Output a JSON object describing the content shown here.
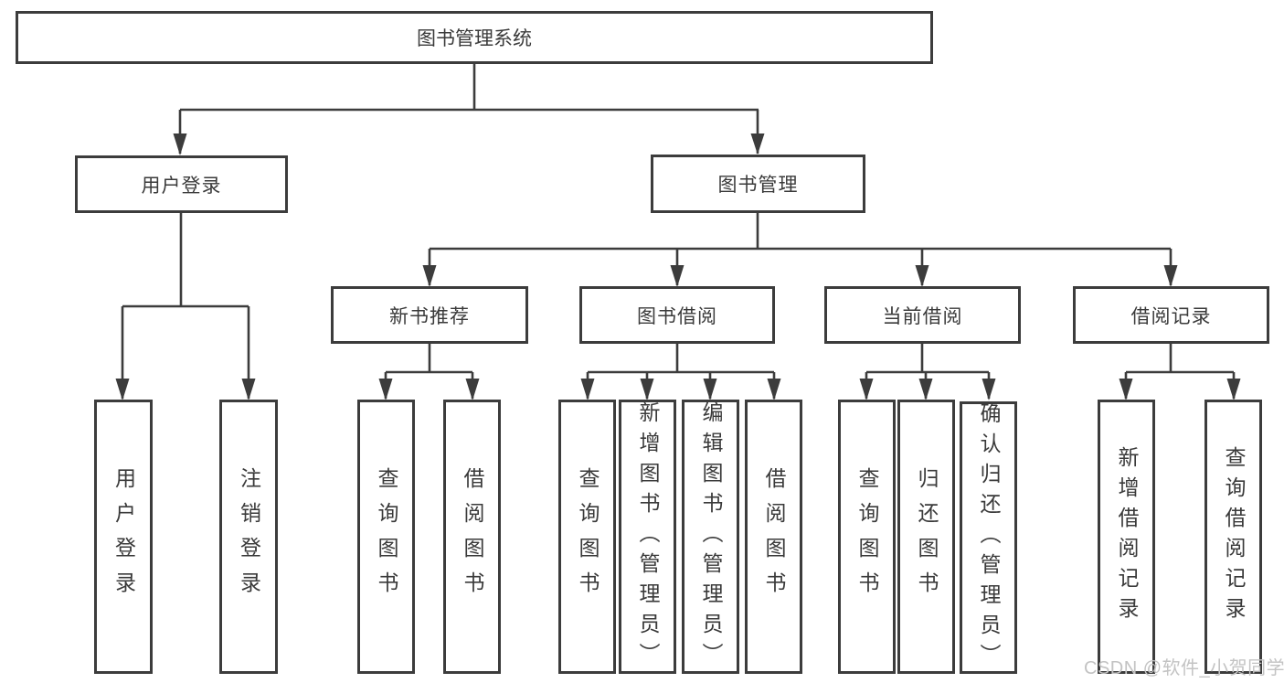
{
  "diagram": {
    "title": "图书管理系统",
    "type": "hierarchy-tree",
    "colors": {
      "line": "#3c3c3c",
      "box_border": "#3c3c3c",
      "text": "#3a3a3a",
      "background": "#ffffff",
      "watermark": "#c3c3c3"
    },
    "nodes": {
      "root": {
        "label": "图书管理系统"
      },
      "user_login": {
        "label": "用户登录"
      },
      "book_mgmt": {
        "label": "图书管理"
      },
      "new_book_rec": {
        "label": "新书推荐"
      },
      "book_borrow": {
        "label": "图书借阅"
      },
      "current_borrow": {
        "label": "当前借阅"
      },
      "borrow_record": {
        "label": "借阅记录"
      },
      "leaf_user_login": {
        "label": "用户登录"
      },
      "leaf_logout": {
        "label": "注销登录"
      },
      "leaf_nbr_query_book": {
        "label": "查询图书"
      },
      "leaf_nbr_borrow_book": {
        "label": "借阅图书"
      },
      "leaf_bb_query_book": {
        "label": "查询图书"
      },
      "leaf_bb_add_book": {
        "label": "新增图书（管理员）"
      },
      "leaf_bb_edit_book": {
        "label": "编辑图书（管理员）"
      },
      "leaf_bb_borrow_book": {
        "label": "借阅图书"
      },
      "leaf_cb_query_book": {
        "label": "查询图书"
      },
      "leaf_cb_return_book": {
        "label": "归还图书"
      },
      "leaf_cb_confirm_return": {
        "label": "确认归还（管理员）"
      },
      "leaf_br_add_record": {
        "label": "新增借阅记录"
      },
      "leaf_br_query_record": {
        "label": "查询借阅记录"
      }
    },
    "edges": [
      [
        "图书管理系统",
        "用户登录"
      ],
      [
        "图书管理系统",
        "图书管理"
      ],
      [
        "用户登录",
        "用户登录"
      ],
      [
        "用户登录",
        "注销登录"
      ],
      [
        "图书管理",
        "新书推荐"
      ],
      [
        "图书管理",
        "图书借阅"
      ],
      [
        "图书管理",
        "当前借阅"
      ],
      [
        "图书管理",
        "借阅记录"
      ],
      [
        "新书推荐",
        "查询图书"
      ],
      [
        "新书推荐",
        "借阅图书"
      ],
      [
        "图书借阅",
        "查询图书"
      ],
      [
        "图书借阅",
        "新增图书（管理员）"
      ],
      [
        "图书借阅",
        "编辑图书（管理员）"
      ],
      [
        "图书借阅",
        "借阅图书"
      ],
      [
        "当前借阅",
        "查询图书"
      ],
      [
        "当前借阅",
        "归还图书"
      ],
      [
        "当前借阅",
        "确认归还（管理员）"
      ],
      [
        "借阅记录",
        "新增借阅记录"
      ],
      [
        "借阅记录",
        "查询借阅记录"
      ]
    ],
    "watermark": {
      "text": "CSDN @软件_小贺同学"
    }
  }
}
